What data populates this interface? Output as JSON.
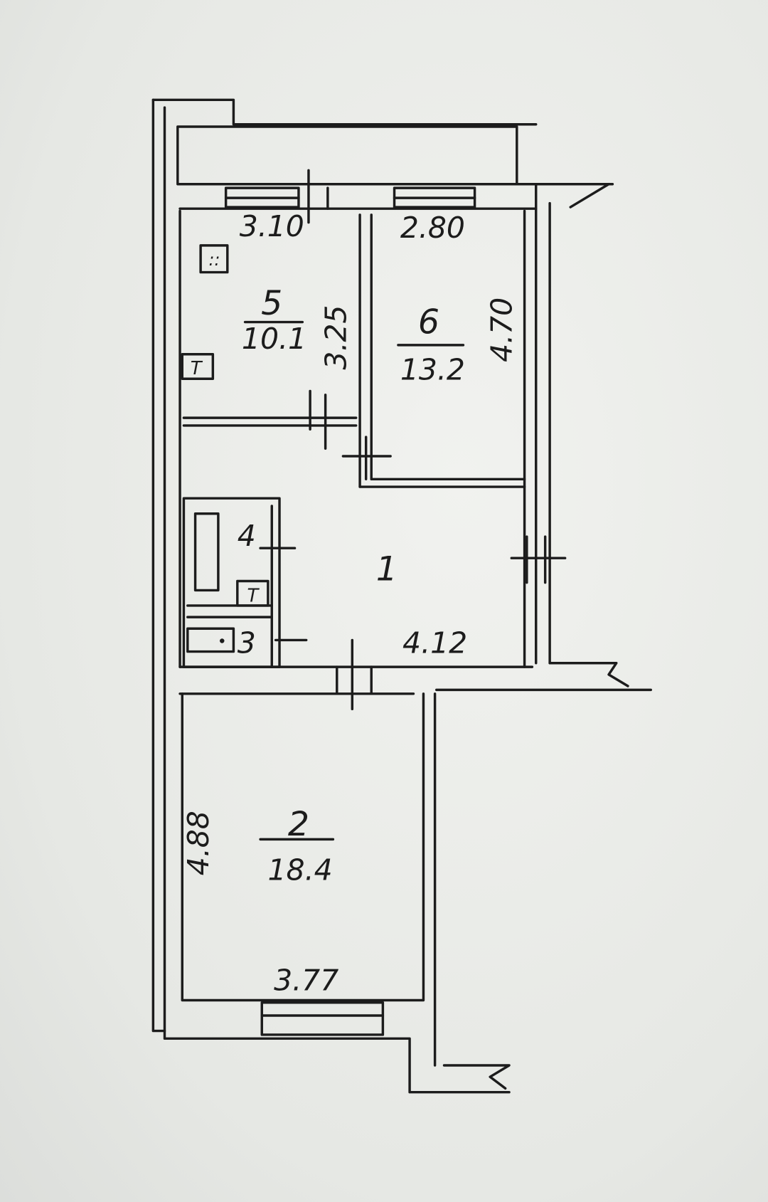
{
  "rooms": [
    {
      "number": "1"
    },
    {
      "number": "2",
      "area": "18.4"
    },
    {
      "number": "3"
    },
    {
      "number": "4"
    },
    {
      "number": "5",
      "area": "10.1"
    },
    {
      "number": "6",
      "area": "13.2"
    }
  ],
  "dimensions": {
    "room5_width": "3.10",
    "room5_length": "3.25",
    "room6_width": "2.80",
    "room6_length": "4.70",
    "room1_width": "4.12",
    "room2_length": "4.88",
    "room2_width": "3.77"
  },
  "fixtures": {
    "stove_label": "::",
    "heater_label": "T"
  }
}
